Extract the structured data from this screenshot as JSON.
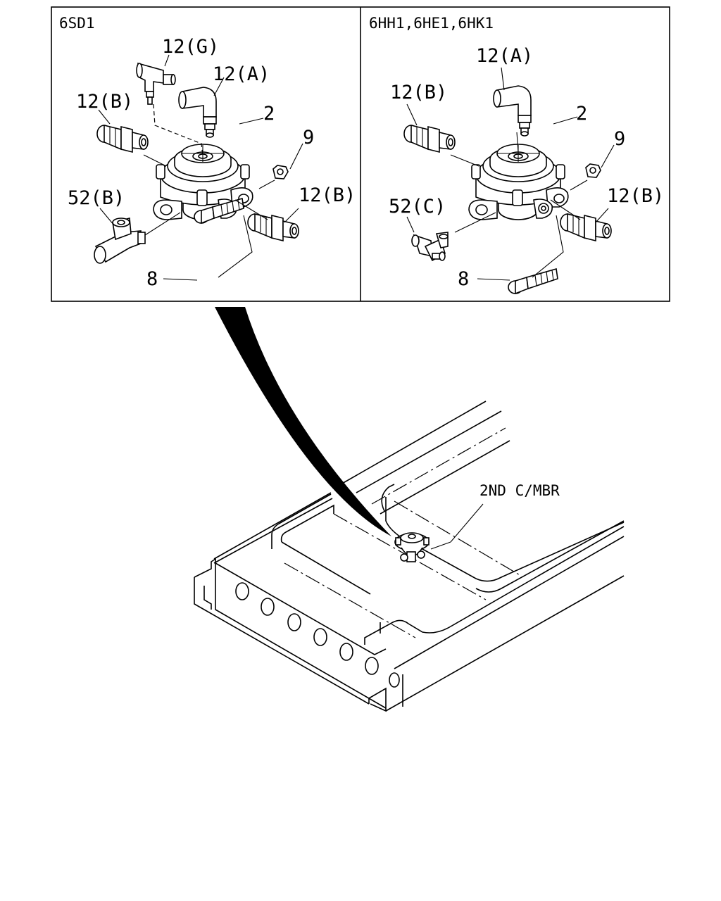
{
  "panels": {
    "left": {
      "title": "6SD1",
      "labels": {
        "fitting_g": "12(G)",
        "fitting_a": "12(A)",
        "fitting_b_top": "12(B)",
        "valve": "2",
        "nut": "9",
        "tee": "52(B)",
        "fitting_b_right": "12(B)",
        "bolt": "8"
      }
    },
    "right": {
      "title": "6HH1,6HE1,6HK1",
      "labels": {
        "fitting_a": "12(A)",
        "fitting_b_top": "12(B)",
        "valve": "2",
        "nut": "9",
        "elbow": "52(C)",
        "fitting_b_right": "12(B)",
        "bolt": "8"
      }
    }
  },
  "frame": {
    "member_label": "2ND C/MBR"
  }
}
